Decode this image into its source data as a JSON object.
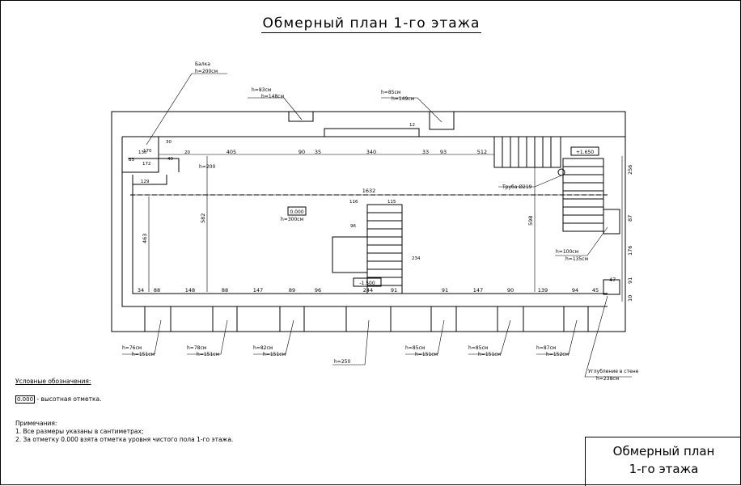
{
  "title": "Обмерный план 1-го этажа",
  "plan": {
    "dims": {
      "top": [
        "405",
        "90",
        "35",
        "340",
        "33",
        "93",
        "512"
      ],
      "bottom": [
        "34",
        "88",
        "148",
        "88",
        "147",
        "89",
        "96",
        "244",
        "91",
        "91",
        "147",
        "90",
        "139",
        "94",
        "45"
      ],
      "right": [
        "256",
        "87",
        "176",
        "91",
        "10",
        "47"
      ],
      "overall": "1632",
      "vertical": [
        "463",
        "582",
        "598"
      ],
      "small": [
        "130",
        "83",
        "172",
        "129",
        "170",
        "30",
        "40",
        "20",
        "12",
        "116",
        "115",
        "96",
        "234"
      ]
    },
    "marks": {
      "zero": "0.000",
      "upper": "+1.650",
      "lower": "-1.500",
      "height_main": "h=300см",
      "beam_callout": "h=200"
    },
    "labels": {
      "beam": "Балка",
      "beam_h": "h=200см",
      "pipe": "Труба Ø219",
      "top_win_left": [
        "h=83см",
        "h=148см"
      ],
      "top_win_right": [
        "h=85см",
        "h=149см"
      ],
      "right_win": [
        "h=100см",
        "h=135см"
      ],
      "niche": [
        "Углубление в стене",
        "h=238см"
      ],
      "door_h": "h=250"
    },
    "windows_bottom": [
      {
        "h1": "h=76см",
        "h2": "h=151см"
      },
      {
        "h1": "h=78см",
        "h2": "h=151см"
      },
      {
        "h1": "h=82см",
        "h2": "h=151см"
      },
      {
        "h1": "h=85см",
        "h2": "h=151см"
      },
      {
        "h1": "h=85см",
        "h2": "h=151см"
      },
      {
        "h1": "h=87см",
        "h2": "h=152см"
      }
    ]
  },
  "legend": {
    "heading": "Условные обозначения:",
    "mark_sample": "0.000",
    "mark_text": " - высотная отметка.",
    "notes_heading": "Примечания:",
    "note1": "1. Все размеры указаны в сантиметрах;",
    "note2": "2. За отметку 0.000 взята отметка уровня чистого пола 1-го этажа."
  },
  "stamp": {
    "line1": "Обмерный план",
    "line2": "1-го этажа"
  }
}
